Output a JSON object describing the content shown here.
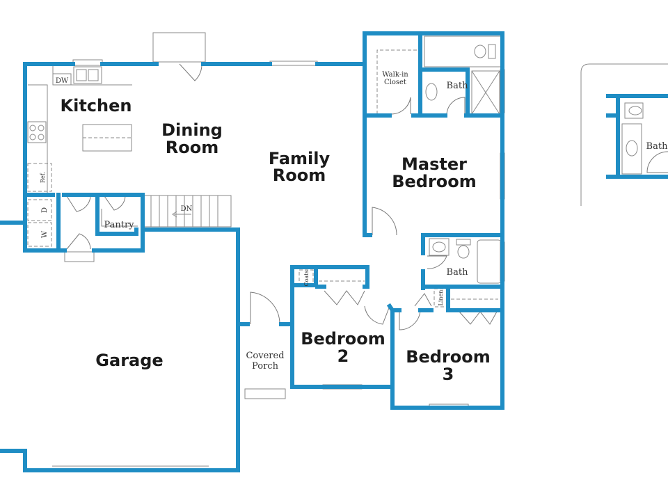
{
  "colors": {
    "wall": "#1f8dc4",
    "line": "#8a8a8a",
    "text": "#1a1a1a",
    "background": "#ffffff"
  },
  "rooms": {
    "kitchen": "Kitchen",
    "dining_line1": "Dining",
    "dining_line2": "Room",
    "family_line1": "Family",
    "family_line2": "Room",
    "master_line1": "Master",
    "master_line2": "Bedroom",
    "bedroom2_line1": "Bedroom",
    "bedroom2_line2": "2",
    "bedroom3_line1": "Bedroom",
    "bedroom3_line2": "3",
    "garage": "Garage",
    "porch_line1": "Covered",
    "porch_line2": "Porch",
    "pantry": "Pantry",
    "walkin_line1": "Walk-in",
    "walkin_line2": "Closet",
    "master_bath": "Bath",
    "hall_bath": "Bath",
    "inset_bath": "Bath"
  },
  "fixtures": {
    "dishwasher": "DW",
    "refrigerator": "Ref.",
    "dryer": "D",
    "washer": "W",
    "stairs_down": "DN",
    "coats": "Coats",
    "linen": "Linen"
  }
}
